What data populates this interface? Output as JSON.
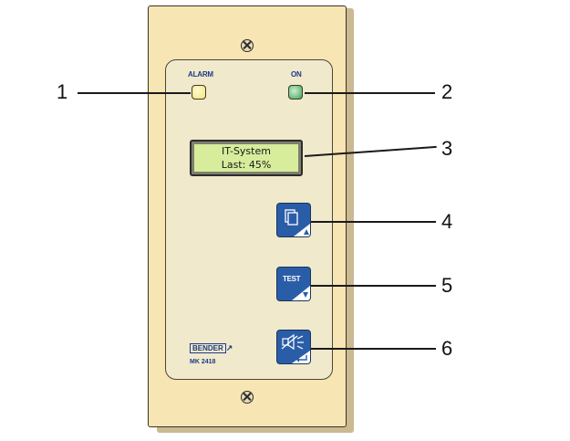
{
  "device": {
    "led_alarm_label": "ALARM",
    "led_on_label": "ON",
    "display_line1": "IT-System",
    "display_line2": "Last: 45%",
    "button_test_label": "TEST",
    "brand": "BENDER",
    "model": "MK 2418"
  },
  "callouts": [
    "1",
    "2",
    "3",
    "4",
    "5",
    "6"
  ],
  "colors": {
    "housing": "#f7e5b4",
    "faceplate": "#f1e9cb",
    "button_blue": "#2a5da8",
    "display_green": "#d7ed9c",
    "led_alarm": "#f6e27a",
    "led_on": "#3fa35a"
  }
}
